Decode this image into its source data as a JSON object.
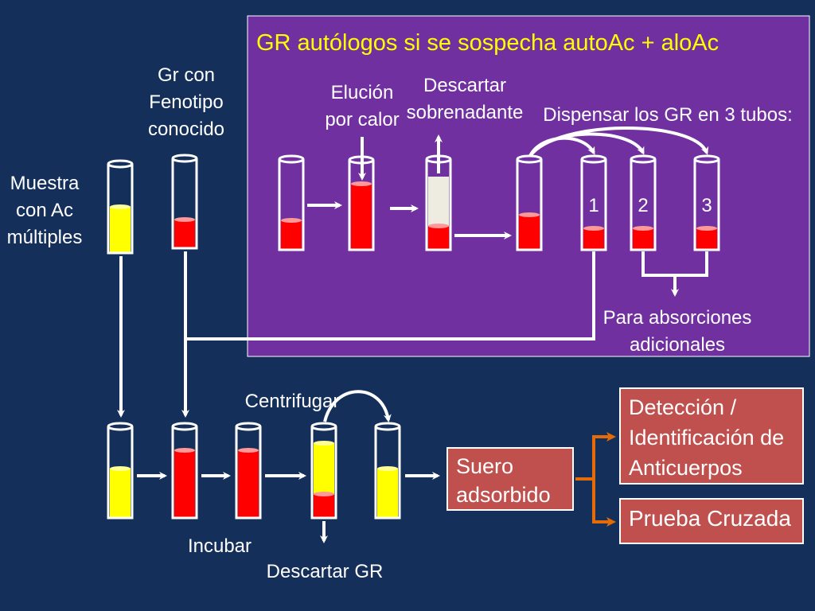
{
  "panel": {
    "title": "GR autólogos si se sospecha autoAc + aloAc",
    "elution": "Elución\npor calor",
    "discard_supernatant": "Descartar\nsobrenadante",
    "dispense": "Dispensar los GR en 3 tubos:",
    "tube_numbers": [
      "1",
      "2",
      "3"
    ],
    "further_absorptions": "Para absorciones\nadicionales"
  },
  "labels": {
    "sample": "Muestra\ncon Ac\nmúltiples",
    "known_rbc": "Gr con\nFenotipo\nconocido",
    "incubate": "Incubar",
    "centrifuge": "Centrifugar",
    "discard_rbc": "Descartar GR"
  },
  "boxes": {
    "serum": "Suero\nadsorbido",
    "detection": "Detección /\nIdentificación de\nAnticuerpos",
    "crossmatch": "Prueba Cruzada"
  },
  "colors": {
    "background": "#14305a",
    "panel": "#7030a0",
    "red_cells": "#ff0000",
    "serum": "#ffff00",
    "supernatant": "#eeece1",
    "box": "#c0504d",
    "orange_arrow": "#e36c09"
  }
}
